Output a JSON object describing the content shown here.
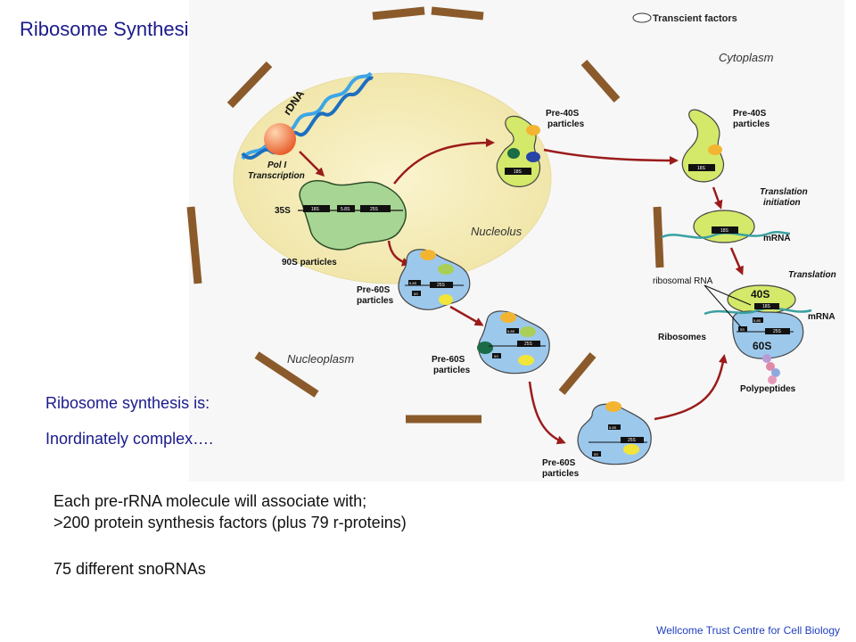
{
  "title": "Ribosome Synthesis Pathway",
  "diagram": {
    "legend": "Transcient factors",
    "rdna": "rDNA",
    "pol1": [
      "Pol I",
      "Transcription"
    ],
    "compartments": {
      "cytoplasm": "Cytoplasm",
      "nucleolus": "Nucleolus",
      "nucleoplasm": "Nucleoplasm"
    },
    "label_35s": "35S",
    "label_90s": "90S particles",
    "rrna": {
      "r18s": "18S",
      "r58s": "5.8S",
      "r25s": "25S",
      "r5s": "5S"
    },
    "pre40s": [
      "Pre-40S",
      "particles"
    ],
    "pre60s": [
      "Pre-60S",
      "particles"
    ],
    "translation_initiation": [
      "Translation",
      "initiation"
    ],
    "mrna": "mRNA",
    "translation": "Translation",
    "ribosomal_rna": "ribosomal RNA",
    "subunit_40s": "40S",
    "subunit_60s": "60S",
    "ribosomes": "Ribosomes",
    "polypeptides": "Polypeptides"
  },
  "text": {
    "synthesis_is": "Ribosome synthesis is:",
    "complex": "Inordinately complex….",
    "associate": "Each pre-rRNA molecule will associate with;",
    "factors": ">200 protein synthesis factors (plus 79 r-proteins)",
    "snornas": "75 different snoRNAs"
  },
  "credit": "Wellcome Trust Centre  for Cell Biology",
  "colors": {
    "title": "#1a1a8c",
    "nucleolus": "#f4ecb4",
    "membrane": "#8b5a2b",
    "arrow": "#9b1b1b",
    "green_particle": "#d4e86a",
    "blue_particle": "#9cc8ec",
    "green_35s": "#9fcf8a",
    "credit": "#1f3fbf"
  }
}
